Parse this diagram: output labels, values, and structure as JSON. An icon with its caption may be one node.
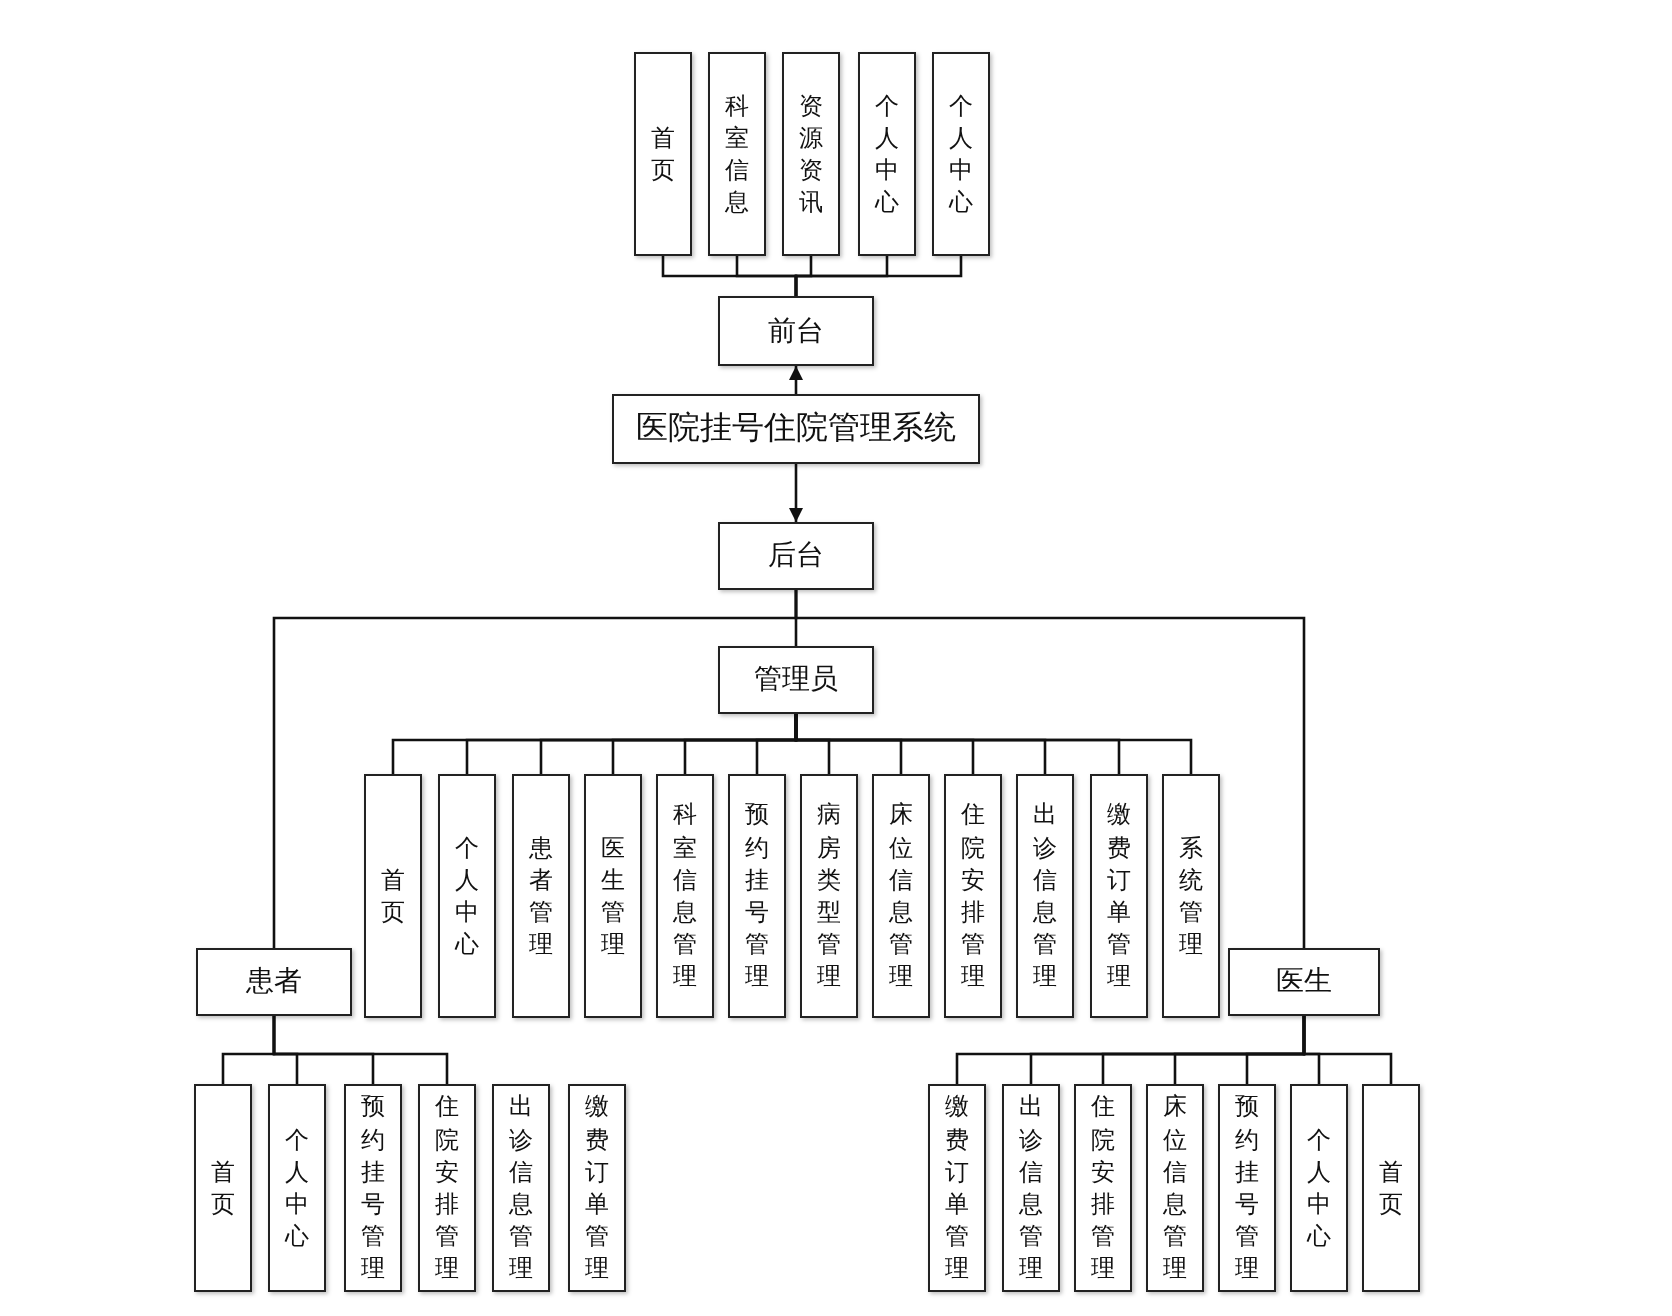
{
  "diagram": {
    "nodes": [
      {
        "text": [
          "首页"
        ]
      },
      {
        "text": [
          "科室信息"
        ]
      },
      {
        "text": [
          "资源资讯"
        ]
      },
      {
        "text": [
          "个人中心"
        ]
      },
      {
        "text": [
          "个人中心"
        ]
      },
      {
        "text": [
          "前台"
        ]
      },
      {
        "text": [
          "医院挂号住院管理系统"
        ]
      },
      {
        "text": [
          "后台"
        ]
      },
      {
        "text": [
          "管理员"
        ]
      },
      {
        "text": [
          "首页"
        ]
      },
      {
        "text": [
          "个人中心"
        ]
      },
      {
        "text": [
          "患者管理"
        ]
      },
      {
        "text": [
          "医生管理"
        ]
      },
      {
        "text": [
          "科室信息管理"
        ]
      },
      {
        "text": [
          "预约挂号管理"
        ]
      },
      {
        "text": [
          "病房类型管理"
        ]
      },
      {
        "text": [
          "床位信息管理"
        ]
      },
      {
        "text": [
          "住院安排管理"
        ]
      },
      {
        "text": [
          "出诊信息管理"
        ]
      },
      {
        "text": [
          "缴费订单管理"
        ]
      },
      {
        "text": [
          "系统管理"
        ]
      },
      {
        "text": [
          "患者"
        ]
      },
      {
        "text": [
          "医生"
        ]
      },
      {
        "text": [
          "首页"
        ]
      },
      {
        "text": [
          "个人中心"
        ]
      },
      {
        "text": [
          "预约挂号管理"
        ]
      },
      {
        "text": [
          "住院安排管理"
        ]
      },
      {
        "text": [
          "出诊信息管理"
        ]
      },
      {
        "text": [
          "缴费订单管理"
        ]
      },
      {
        "text": [
          "缴费订单管理"
        ]
      },
      {
        "text": [
          "出诊信息管理"
        ]
      },
      {
        "text": [
          "住院安排管理"
        ]
      },
      {
        "text": [
          "床位信息管理"
        ]
      },
      {
        "text": [
          "预约挂号管理"
        ]
      },
      {
        "text": [
          "个人中心"
        ]
      },
      {
        "text": [
          "首页"
        ]
      }
    ],
    "edges": [
      {
        "from": 5,
        "to": 0,
        "arrow": "none"
      },
      {
        "from": 5,
        "to": 1,
        "arrow": "none"
      },
      {
        "from": 5,
        "to": 2,
        "arrow": "none"
      },
      {
        "from": 5,
        "to": 3,
        "arrow": "none"
      },
      {
        "from": 5,
        "to": 4,
        "arrow": "none"
      },
      {
        "from": 6,
        "to": 5,
        "arrow": "to"
      },
      {
        "from": 6,
        "to": 7,
        "arrow": "to"
      },
      {
        "from": 7,
        "to": 8,
        "arrow": "none"
      },
      {
        "from": 7,
        "to": 21,
        "arrow": "none"
      },
      {
        "from": 7,
        "to": 22,
        "arrow": "none"
      },
      {
        "from": 8,
        "to": 9,
        "arrow": "none"
      },
      {
        "from": 8,
        "to": 10,
        "arrow": "none"
      },
      {
        "from": 8,
        "to": 11,
        "arrow": "none"
      },
      {
        "from": 8,
        "to": 12,
        "arrow": "none"
      },
      {
        "from": 8,
        "to": 13,
        "arrow": "none"
      },
      {
        "from": 8,
        "to": 14,
        "arrow": "none"
      },
      {
        "from": 8,
        "to": 15,
        "arrow": "none"
      },
      {
        "from": 8,
        "to": 16,
        "arrow": "none"
      },
      {
        "from": 8,
        "to": 17,
        "arrow": "none"
      },
      {
        "from": 8,
        "to": 18,
        "arrow": "none"
      },
      {
        "from": 8,
        "to": 19,
        "arrow": "none"
      },
      {
        "from": 8,
        "to": 20,
        "arrow": "none"
      },
      {
        "from": 21,
        "to": 23,
        "arrow": "none"
      },
      {
        "from": 21,
        "to": 24,
        "arrow": "none"
      },
      {
        "from": 21,
        "to": 25,
        "arrow": "none"
      },
      {
        "from": 21,
        "to": 26,
        "arrow": "none"
      },
      {
        "from": 22,
        "to": 29,
        "arrow": "none"
      },
      {
        "from": 22,
        "to": 30,
        "arrow": "none"
      },
      {
        "from": 22,
        "to": 31,
        "arrow": "none"
      },
      {
        "from": 22,
        "to": 32,
        "arrow": "none"
      },
      {
        "from": 22,
        "to": 33,
        "arrow": "none"
      },
      {
        "from": 22,
        "to": 34,
        "arrow": "none"
      },
      {
        "from": 22,
        "to": 35,
        "arrow": "none"
      }
    ]
  }
}
